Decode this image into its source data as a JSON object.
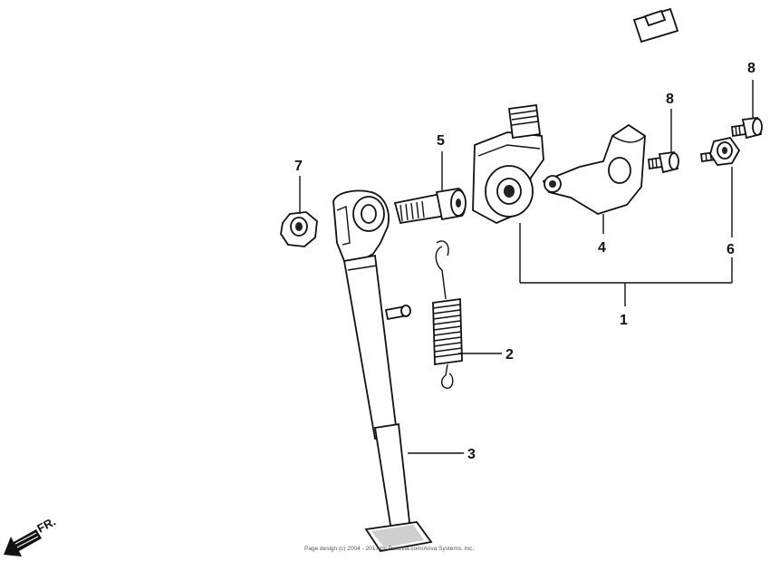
{
  "diagram": {
    "callouts": {
      "c1": "1",
      "c2": "2",
      "c3": "3",
      "c4": "4",
      "c5": "5",
      "c6": "6",
      "c7": "7",
      "c8a": "8",
      "c8b": "8"
    },
    "direction": {
      "label": "FR.",
      "icon": "arrow-left-down-icon"
    },
    "footer": "Page design (c) 2004 - 2017 by Partzilla.com/Ariva Systems, Inc."
  }
}
